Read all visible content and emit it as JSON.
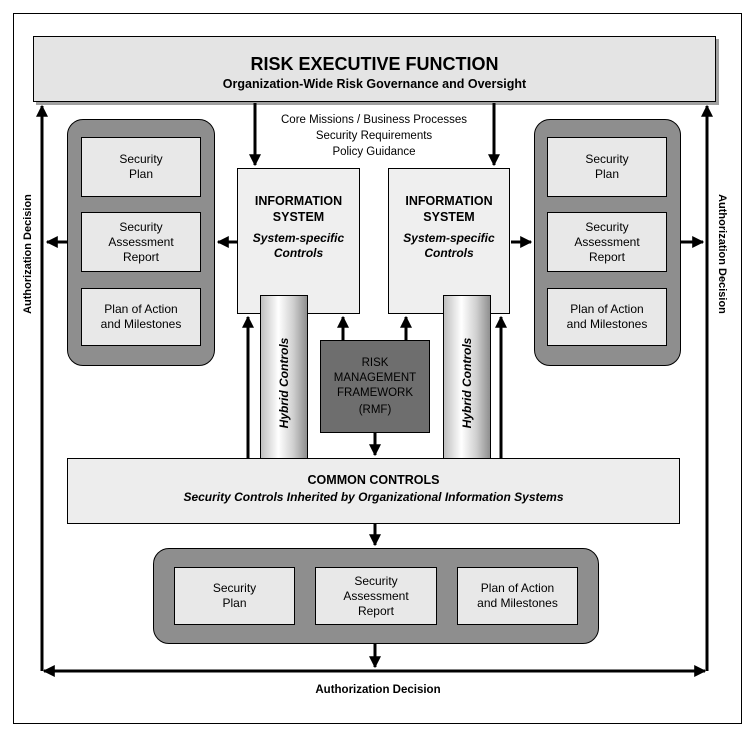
{
  "risk_executive": {
    "title": "RISK EXECUTIVE FUNCTION",
    "subtitle": "Organization-Wide Risk Governance and Oversight"
  },
  "core_inputs": [
    "Core Missions / Business Processes",
    "Security Requirements",
    "Policy Guidance"
  ],
  "info_systems": [
    {
      "title_line1": "INFORMATION",
      "title_line2": "SYSTEM",
      "sub_line1": "System-specific",
      "sub_line2": "Controls"
    },
    {
      "title_line1": "INFORMATION",
      "title_line2": "SYSTEM",
      "sub_line1": "System-specific",
      "sub_line2": "Controls"
    }
  ],
  "hybrid_controls": [
    "Hybrid Controls",
    "Hybrid Controls"
  ],
  "rmf": [
    "RISK",
    "MANAGEMENT",
    "FRAMEWORK",
    "(RMF)"
  ],
  "common_controls": {
    "title": "COMMON CONTROLS",
    "subtitle": "Security Controls Inherited by Organizational Information Systems"
  },
  "left_group": {
    "doc1": [
      "Security",
      "Plan"
    ],
    "doc2": [
      "Security",
      "Assessment",
      "Report"
    ],
    "doc3": [
      "Plan of Action",
      "and Milestones"
    ]
  },
  "right_group": {
    "doc1": [
      "Security",
      "Plan"
    ],
    "doc2": [
      "Security",
      "Assessment",
      "Report"
    ],
    "doc3": [
      "Plan of Action",
      "and Milestones"
    ]
  },
  "bottom_group": {
    "doc1": [
      "Security",
      "Plan"
    ],
    "doc2": [
      "Security",
      "Assessment",
      "Report"
    ],
    "doc3": [
      "Plan of Action",
      "and Milestones"
    ]
  },
  "authorization": {
    "left": "Authorization Decision",
    "right": "Authorization Decision",
    "bottom": "Authorization Decision"
  }
}
